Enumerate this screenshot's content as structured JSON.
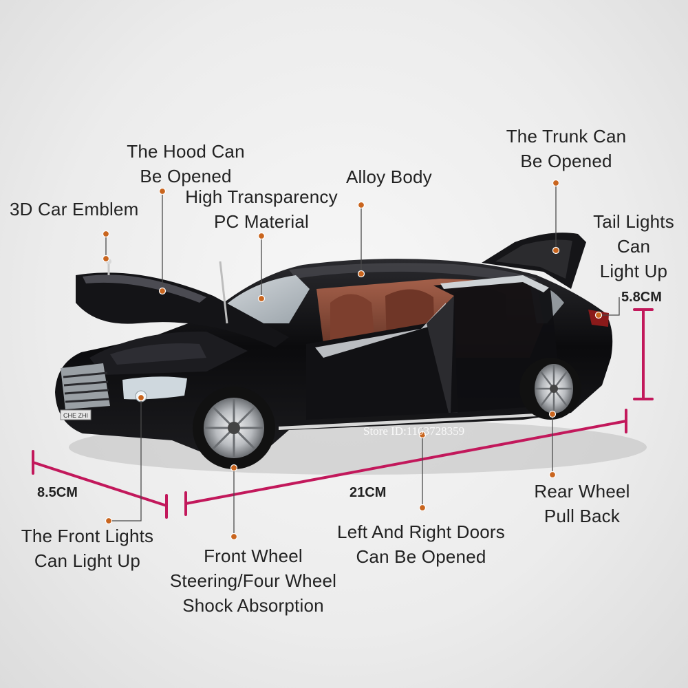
{
  "labels": {
    "hood": [
      "The Hood Can",
      "Be Opened"
    ],
    "emblem": "3D Car Emblem",
    "pc": [
      "High Transparency",
      "PC Material"
    ],
    "alloy": "Alloy Body",
    "trunk": [
      "The Trunk Can",
      "Be Opened"
    ],
    "tail": [
      "Tail Lights",
      "Can",
      "Light Up"
    ],
    "front_lights": [
      "The Front Lights",
      "Can Light Up"
    ],
    "front_wheel": [
      "Front Wheel",
      "Steering/Four Wheel",
      "Shock Absorption"
    ],
    "doors": [
      "Left And Right Doors",
      "Can Be Opened"
    ],
    "rear_wheel": [
      "Rear Wheel",
      "Pull Back"
    ]
  },
  "dimensions": {
    "height": "5.8CM",
    "width": "8.5CM",
    "length": "21CM"
  },
  "plate_text": "CHE ZHI",
  "watermark": "Store ID:1103728359",
  "colors": {
    "dimension_line": "#c2185b",
    "callout_dot": "#c9651e",
    "car_body": "#0c0c0e",
    "interior": "#8a4a35"
  }
}
